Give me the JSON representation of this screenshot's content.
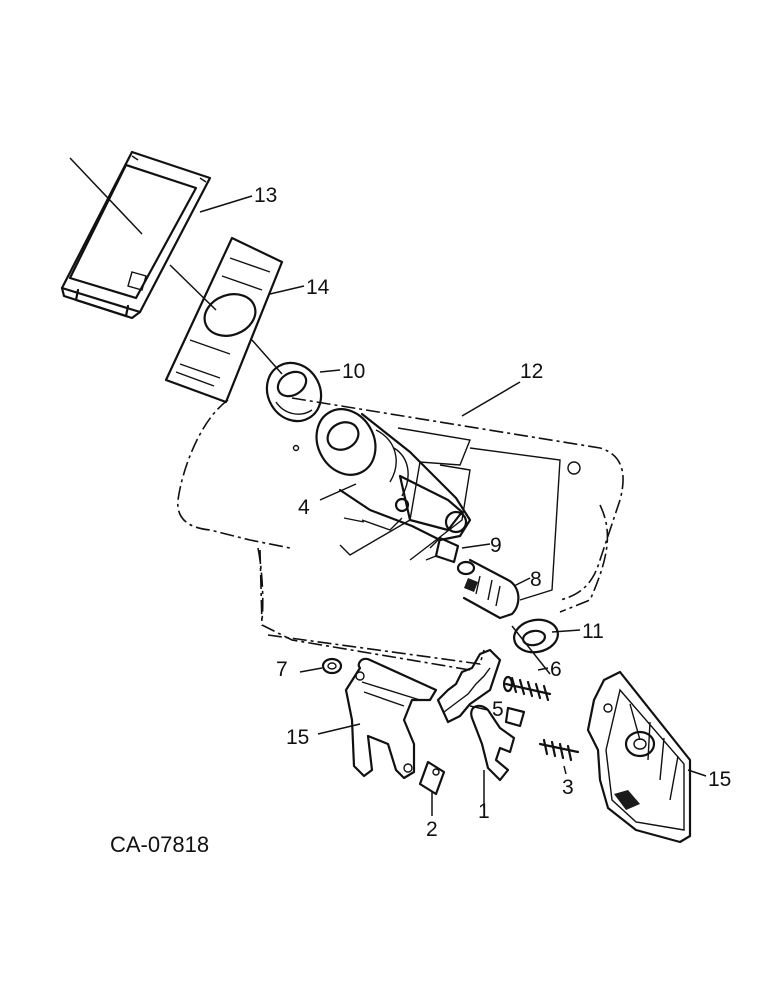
{
  "drawing_code": "CA-07818",
  "callouts": {
    "c1": "1",
    "c2": "2",
    "c3": "3",
    "c4": "4",
    "c5": "5",
    "c6": "6",
    "c7": "7",
    "c8": "8",
    "c9": "9",
    "c10": "10",
    "c11": "11",
    "c12": "12",
    "c13": "13",
    "c14": "14",
    "c15a": "15",
    "c15b": "15"
  }
}
